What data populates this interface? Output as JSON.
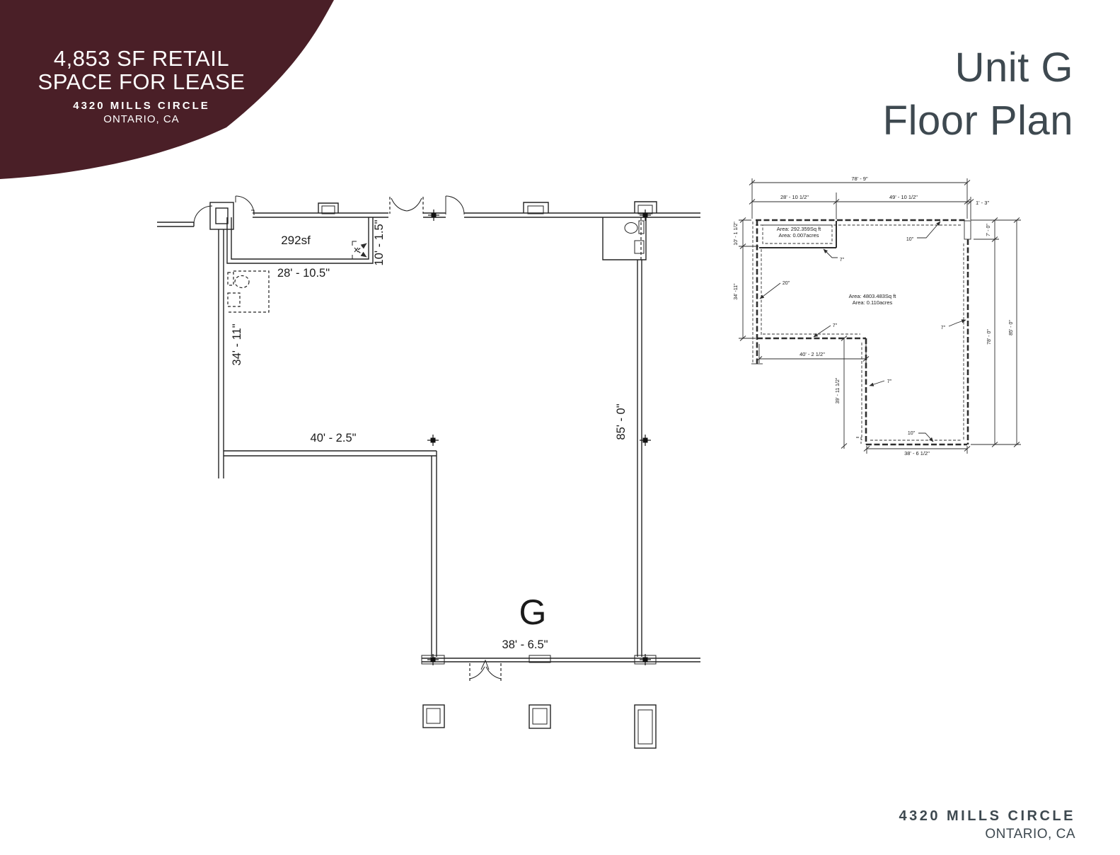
{
  "banner": {
    "bg_color": "#4a1f27",
    "line1": "4,853 SF RETAIL",
    "line2": "SPACE FOR LEASE",
    "line3": "4320 MILLS CIRCLE",
    "line4": "ONTARIO, CA"
  },
  "title": {
    "color": "#3e4950",
    "line1": "Unit G",
    "line2": "Floor Plan"
  },
  "footer": {
    "line1": "4320 MILLS CIRCLE",
    "line2": "ONTARIO, CA"
  },
  "main_plan": {
    "room_area_label": "292sf",
    "dim_room_width": "28' - 10.5\"",
    "dim_room_height": "10' - 1.5\"",
    "dim_left_wall": "34' - 11\"",
    "dim_mid_wall": "40' - 2.5\"",
    "dim_right_wall": "85' - 0\"",
    "unit_letter": "G",
    "dim_front": "38' - 6.5\""
  },
  "inset_plan": {
    "dim_overall_width": "78' - 9\"",
    "dim_width_left": "28' - 10 1/2\"",
    "dim_width_right": "49' - 10 1/2\"",
    "dim_notch_width": "1' - 3\"",
    "room_area_line1": "Area: 292.359Sq ft",
    "room_area_line2": "Area: 0.007acres",
    "main_area_line1": "Area: 4803.483Sq ft",
    "main_area_line2": "Area: 0.110acres",
    "wall_10_top": "10\"",
    "wall_7_room": "7\"",
    "wall_20_left": "20\"",
    "wall_7_mid": "7\"",
    "wall_7_inner": "7\"",
    "wall_7_right": "7\"",
    "wall_10_bottom": "10\"",
    "dim_left_top": "10' - 1 1/2\"",
    "dim_left": "34' -11\"",
    "dim_inner_width": "40' - 2 1/2\"",
    "dim_inner_height": "39' - 11 1/2\"",
    "dim_bottom_width": "38' - 6 1/2\"",
    "dim_notch_height": "7' - 0\"",
    "dim_right_78": "78' - 0\"",
    "dim_right_85": "85' - 0\""
  }
}
